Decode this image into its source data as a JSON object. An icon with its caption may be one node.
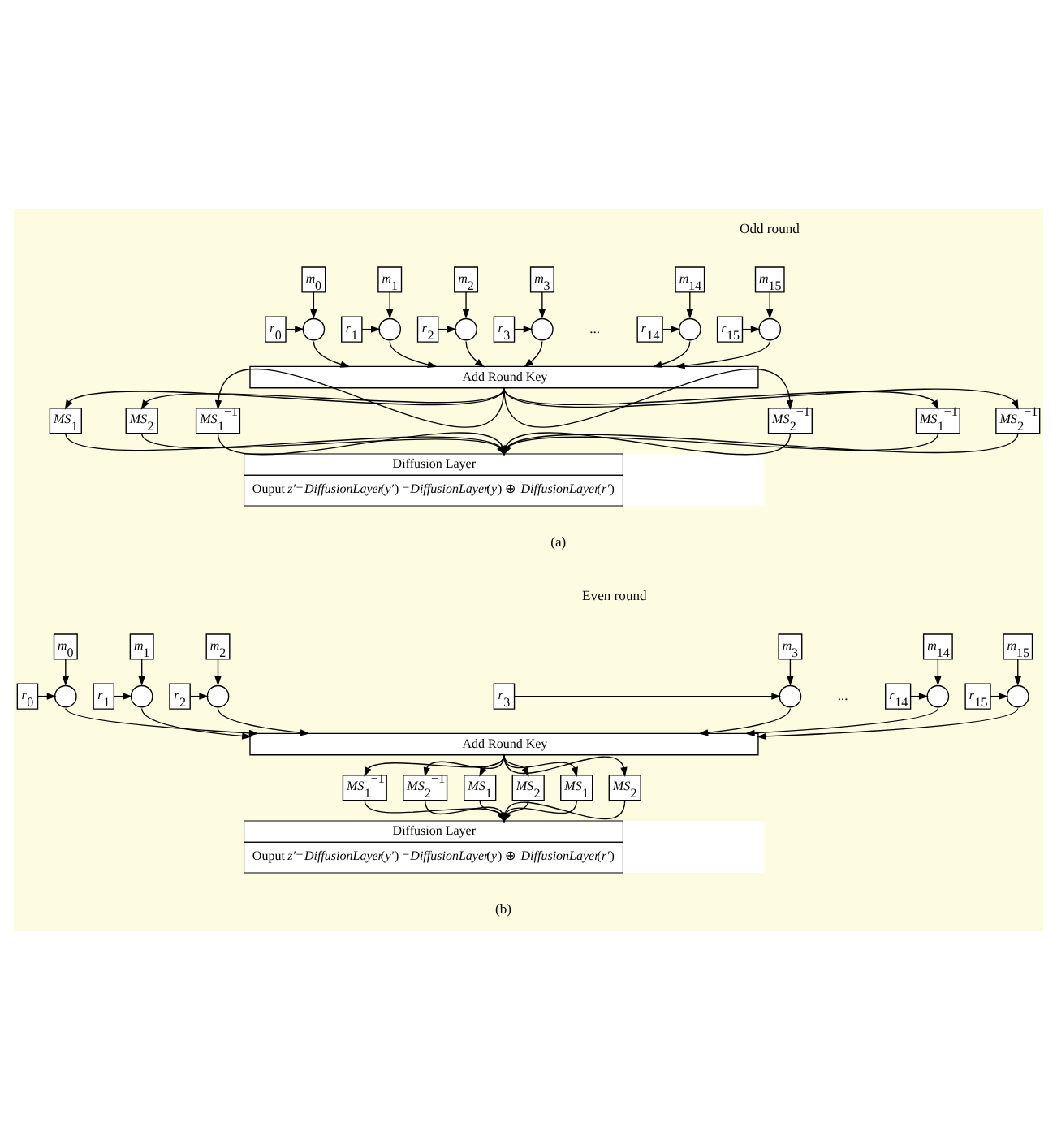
{
  "diagram": {
    "nodes": [
      {
        "text": [
          "*m*$_{0}$"
        ]
      },
      {
        "text": [
          "*m*$_{1}$"
        ]
      },
      {
        "text": [
          "*m*$_{2}$"
        ]
      },
      {
        "text": [
          "*m*$_{3}$"
        ]
      },
      {
        "text": [
          "*m*$_{14}$"
        ]
      },
      {
        "text": [
          "*m*$_{15}$"
        ]
      },
      {
        "text": [
          "*r*$_{0}$"
        ]
      },
      {
        "text": [],
        "shape": "circle"
      },
      {
        "text": [
          "*r*$_{1}$"
        ]
      },
      {
        "text": [],
        "shape": "circle"
      },
      {
        "text": [
          "*r*$_{2}$"
        ]
      },
      {
        "text": [],
        "shape": "circle"
      },
      {
        "text": [
          "*r*$_{3}$"
        ]
      },
      {
        "text": [],
        "shape": "circle"
      },
      {
        "text": [
          "*r*$_{14}$"
        ]
      },
      {
        "text": [],
        "shape": "circle"
      },
      {
        "text": [
          "*r*$_{15}$"
        ]
      },
      {
        "text": [],
        "shape": "circle"
      },
      {
        "text": [
          "Add Round Key"
        ]
      },
      {
        "text": [
          "*MS*$_{1}$"
        ]
      },
      {
        "text": [
          "*MS*$_{2}$"
        ]
      },
      {
        "text": [
          "*MS*$_{1}$$^{−1}$"
        ]
      },
      {
        "text": [
          "*MS*$_{2}$$^{−1}$"
        ]
      },
      {
        "text": [
          "*MS*$_{1}$$^{−1}$"
        ]
      },
      {
        "text": [
          "*MS*$_{2}$$^{−1}$"
        ]
      },
      {
        "text": [
          "Diffusion Layer",
          "Ouput *z′*=*DiffusionLayer*(*y′*) =*DiffusionLayer*(*y*) ⊕ *DiffusionLayer*(*r′*)"
        ]
      },
      {
        "text": [
          "*m*$_{0}$"
        ]
      },
      {
        "text": [
          "*m*$_{1}$"
        ]
      },
      {
        "text": [
          "*m*$_{2}$"
        ]
      },
      {
        "text": [
          "*m*$_{3}$"
        ]
      },
      {
        "text": [
          "*m*$_{14}$"
        ]
      },
      {
        "text": [
          "*m*$_{15}$"
        ]
      },
      {
        "text": [
          "*r*$_{0}$"
        ]
      },
      {
        "text": [],
        "shape": "circle"
      },
      {
        "text": [
          "*r*$_{1}$"
        ]
      },
      {
        "text": [],
        "shape": "circle"
      },
      {
        "text": [
          "*r*$_{2}$"
        ]
      },
      {
        "text": [],
        "shape": "circle"
      },
      {
        "text": [
          "*r*$_{3}$"
        ]
      },
      {
        "text": [],
        "shape": "circle"
      },
      {
        "text": [
          "*r*$_{14}$"
        ]
      },
      {
        "text": [],
        "shape": "circle"
      },
      {
        "text": [
          "*r*$_{15}$"
        ]
      },
      {
        "text": [],
        "shape": "circle"
      },
      {
        "text": [
          "Add Round Key"
        ]
      },
      {
        "text": [
          "*MS*$_{1}$$^{−1}$"
        ]
      },
      {
        "text": [
          "*MS*$_{2}$$^{−1}$"
        ]
      },
      {
        "text": [
          "*MS*$_{1}$"
        ]
      },
      {
        "text": [
          "*MS*$_{2}$"
        ]
      },
      {
        "text": [
          "*MS*$_{1}$"
        ]
      },
      {
        "text": [
          "*MS*$_{2}$"
        ]
      },
      {
        "text": [
          "Diffusion Layer",
          "Ouput *z′*=*DiffusionLayer*(*y′*) =*DiffusionLayer*(*y*) ⊕ *DiffusionLayer*(*r′*)"
        ]
      }
    ],
    "edges": [
      {
        "from": 0,
        "to": 7,
        "arrow": "to"
      },
      {
        "from": 6,
        "to": 7,
        "arrow": "to"
      },
      {
        "from": 7,
        "to": 18,
        "arrow": "to"
      },
      {
        "from": 1,
        "to": 9,
        "arrow": "to"
      },
      {
        "from": 8,
        "to": 9,
        "arrow": "to"
      },
      {
        "from": 9,
        "to": 18,
        "arrow": "to"
      },
      {
        "from": 2,
        "to": 11,
        "arrow": "to"
      },
      {
        "from": 10,
        "to": 11,
        "arrow": "to"
      },
      {
        "from": 11,
        "to": 18,
        "arrow": "to"
      },
      {
        "from": 3,
        "to": 13,
        "arrow": "to"
      },
      {
        "from": 12,
        "to": 13,
        "arrow": "to"
      },
      {
        "from": 13,
        "to": 18,
        "arrow": "to"
      },
      {
        "from": 4,
        "to": 15,
        "arrow": "to"
      },
      {
        "from": 14,
        "to": 15,
        "arrow": "to"
      },
      {
        "from": 15,
        "to": 18,
        "arrow": "to"
      },
      {
        "from": 5,
        "to": 17,
        "arrow": "to"
      },
      {
        "from": 16,
        "to": 17,
        "arrow": "to"
      },
      {
        "from": 17,
        "to": 18,
        "arrow": "to"
      },
      {
        "from": 18,
        "to": 19,
        "arrow": "to"
      },
      {
        "from": 19,
        "to": 25,
        "arrow": "to"
      },
      {
        "from": 18,
        "to": 20,
        "arrow": "to"
      },
      {
        "from": 20,
        "to": 25,
        "arrow": "to"
      },
      {
        "from": 18,
        "to": 21,
        "arrow": "to"
      },
      {
        "from": 21,
        "to": 25,
        "arrow": "to"
      },
      {
        "from": 18,
        "to": 22,
        "arrow": "to"
      },
      {
        "from": 22,
        "to": 25,
        "arrow": "to"
      },
      {
        "from": 18,
        "to": 23,
        "arrow": "to"
      },
      {
        "from": 23,
        "to": 25,
        "arrow": "to"
      },
      {
        "from": 18,
        "to": 24,
        "arrow": "to"
      },
      {
        "from": 24,
        "to": 25,
        "arrow": "to"
      },
      {
        "from": 26,
        "to": 33,
        "arrow": "to"
      },
      {
        "from": 32,
        "to": 33,
        "arrow": "to"
      },
      {
        "from": 33,
        "to": 44,
        "arrow": "to"
      },
      {
        "from": 27,
        "to": 35,
        "arrow": "to"
      },
      {
        "from": 34,
        "to": 35,
        "arrow": "to"
      },
      {
        "from": 35,
        "to": 44,
        "arrow": "to"
      },
      {
        "from": 28,
        "to": 37,
        "arrow": "to"
      },
      {
        "from": 36,
        "to": 37,
        "arrow": "to"
      },
      {
        "from": 37,
        "to": 44,
        "arrow": "to"
      },
      {
        "from": 29,
        "to": 39,
        "arrow": "to"
      },
      {
        "from": 38,
        "to": 39,
        "arrow": "to"
      },
      {
        "from": 39,
        "to": 44,
        "arrow": "to"
      },
      {
        "from": 30,
        "to": 41,
        "arrow": "to"
      },
      {
        "from": 40,
        "to": 41,
        "arrow": "to"
      },
      {
        "from": 41,
        "to": 44,
        "arrow": "to"
      },
      {
        "from": 31,
        "to": 43,
        "arrow": "to"
      },
      {
        "from": 42,
        "to": 43,
        "arrow": "to"
      },
      {
        "from": 43,
        "to": 44,
        "arrow": "to"
      },
      {
        "from": 44,
        "to": 45,
        "arrow": "to"
      },
      {
        "from": 45,
        "to": 51,
        "arrow": "to"
      },
      {
        "from": 44,
        "to": 46,
        "arrow": "to"
      },
      {
        "from": 46,
        "to": 51,
        "arrow": "to"
      },
      {
        "from": 44,
        "to": 47,
        "arrow": "to"
      },
      {
        "from": 47,
        "to": 51,
        "arrow": "to"
      },
      {
        "from": 44,
        "to": 48,
        "arrow": "to"
      },
      {
        "from": 48,
        "to": 51,
        "arrow": "to"
      },
      {
        "from": 44,
        "to": 49,
        "arrow": "to"
      },
      {
        "from": 49,
        "to": 51,
        "arrow": "to"
      },
      {
        "from": 44,
        "to": 50,
        "arrow": "to"
      },
      {
        "from": 50,
        "to": 51,
        "arrow": "to"
      }
    ],
    "labels": [
      "Odd round",
      "...",
      "(a)",
      "Even round",
      "...",
      "(b)"
    ]
  }
}
